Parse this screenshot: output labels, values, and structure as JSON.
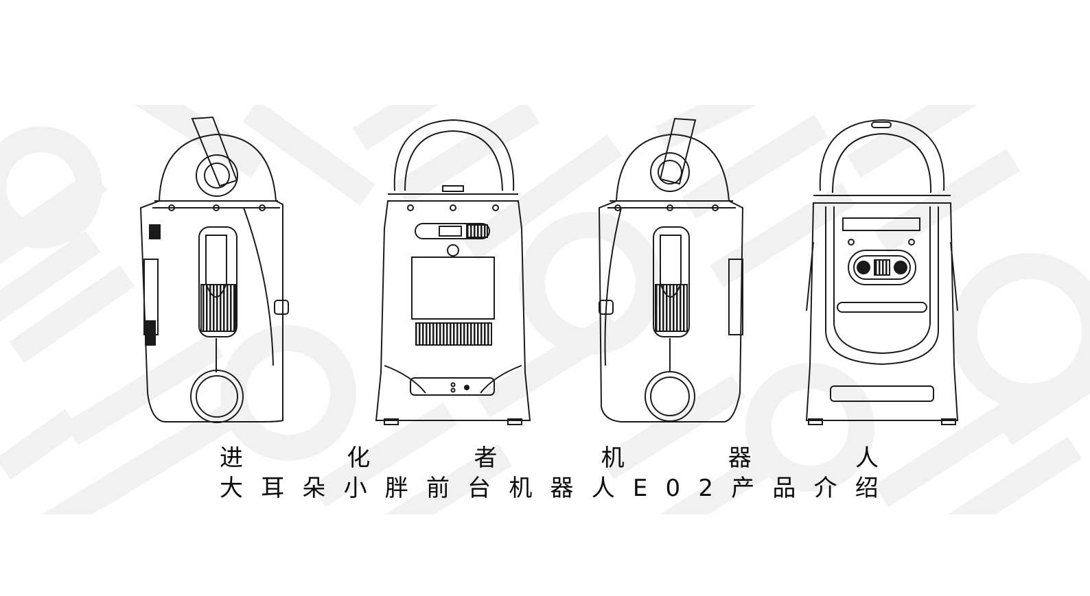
{
  "headline": {
    "line1": [
      "进",
      "化",
      "者",
      "机",
      "器",
      "人"
    ],
    "line2": [
      "大",
      "耳",
      "朵",
      "小",
      "胖",
      "前",
      "台",
      "机",
      "器",
      "人",
      "E",
      "0",
      "2",
      "产",
      "品",
      "介",
      "绍"
    ]
  },
  "watermark": {
    "text": "E02",
    "color": "#f1f1f1"
  },
  "colors": {
    "background": "#ffffff",
    "line_art": "#1a1a1a",
    "text": "#0a0a0a"
  },
  "figures": [
    {
      "view": "side-left",
      "icon": "robot-side-view-icon"
    },
    {
      "view": "back",
      "icon": "robot-back-view-icon"
    },
    {
      "view": "side-right",
      "icon": "robot-side-view-icon"
    },
    {
      "view": "front",
      "icon": "robot-front-view-icon"
    }
  ]
}
